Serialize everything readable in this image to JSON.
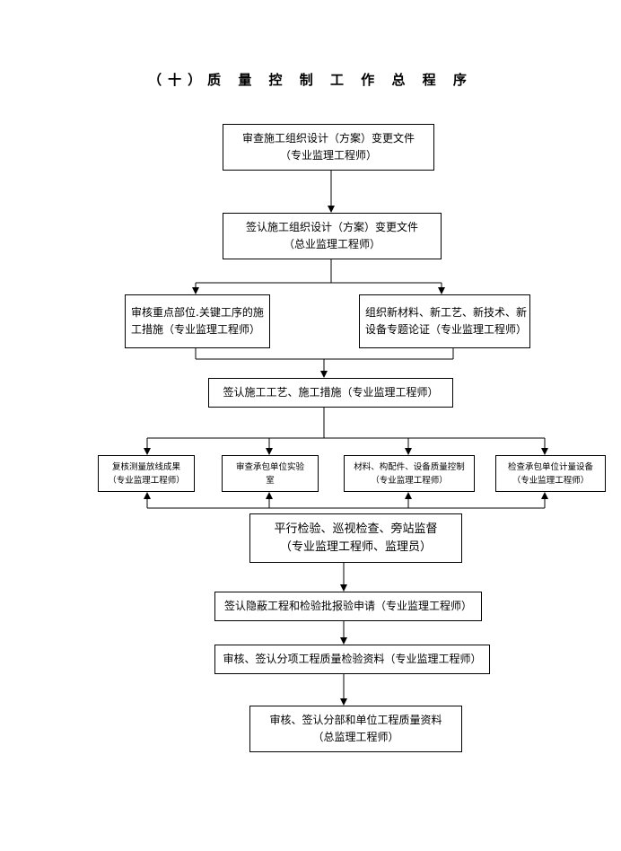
{
  "title": "（十）质 量 控 制 工 作 总 程 序",
  "boxes": {
    "b1": {
      "line1": "审查施工组织设计（方案）变更文件",
      "line2": "（专业监理工程师）"
    },
    "b2": {
      "line1": "签认施工组织设计（方案）变更文件",
      "line2": "（总业监理工程师）"
    },
    "b3": {
      "line1": "审核重点部位.关键工序的施",
      "line2": "工措施（专业监理工程师）"
    },
    "b4": {
      "line1": "组织新材料、新工艺、新技术、新",
      "line2": "设备专题论证（专业监理工程师）"
    },
    "b5": {
      "line1": "签认施工工艺、施工措施（专业监理工程师）"
    },
    "b6": {
      "line1": "复核测量放线成果",
      "line2": "（专业监理工程师）"
    },
    "b7": {
      "line1": "审查承包单位实验",
      "line2": "室"
    },
    "b8": {
      "line1": "材料、构配件、设备质量控制",
      "line2": "（专业监理工程师）"
    },
    "b9": {
      "line1": "检查承包单位计量设备",
      "line2": "（专业监理工程师）"
    },
    "b10": {
      "line1": "平行检验、巡视检查、旁站监督",
      "line2": "（专业监理工程师、监理员）"
    },
    "b11": {
      "line1": "签认隐蔽工程和检验批报验申请（专业监理工程师）"
    },
    "b12": {
      "line1": "审核、签认分项工程质量检验资料（专业监理工程师）"
    },
    "b13": {
      "line1": "审核、签认分部和单位工程质量资料",
      "line2": "（总监理工程师）"
    }
  }
}
